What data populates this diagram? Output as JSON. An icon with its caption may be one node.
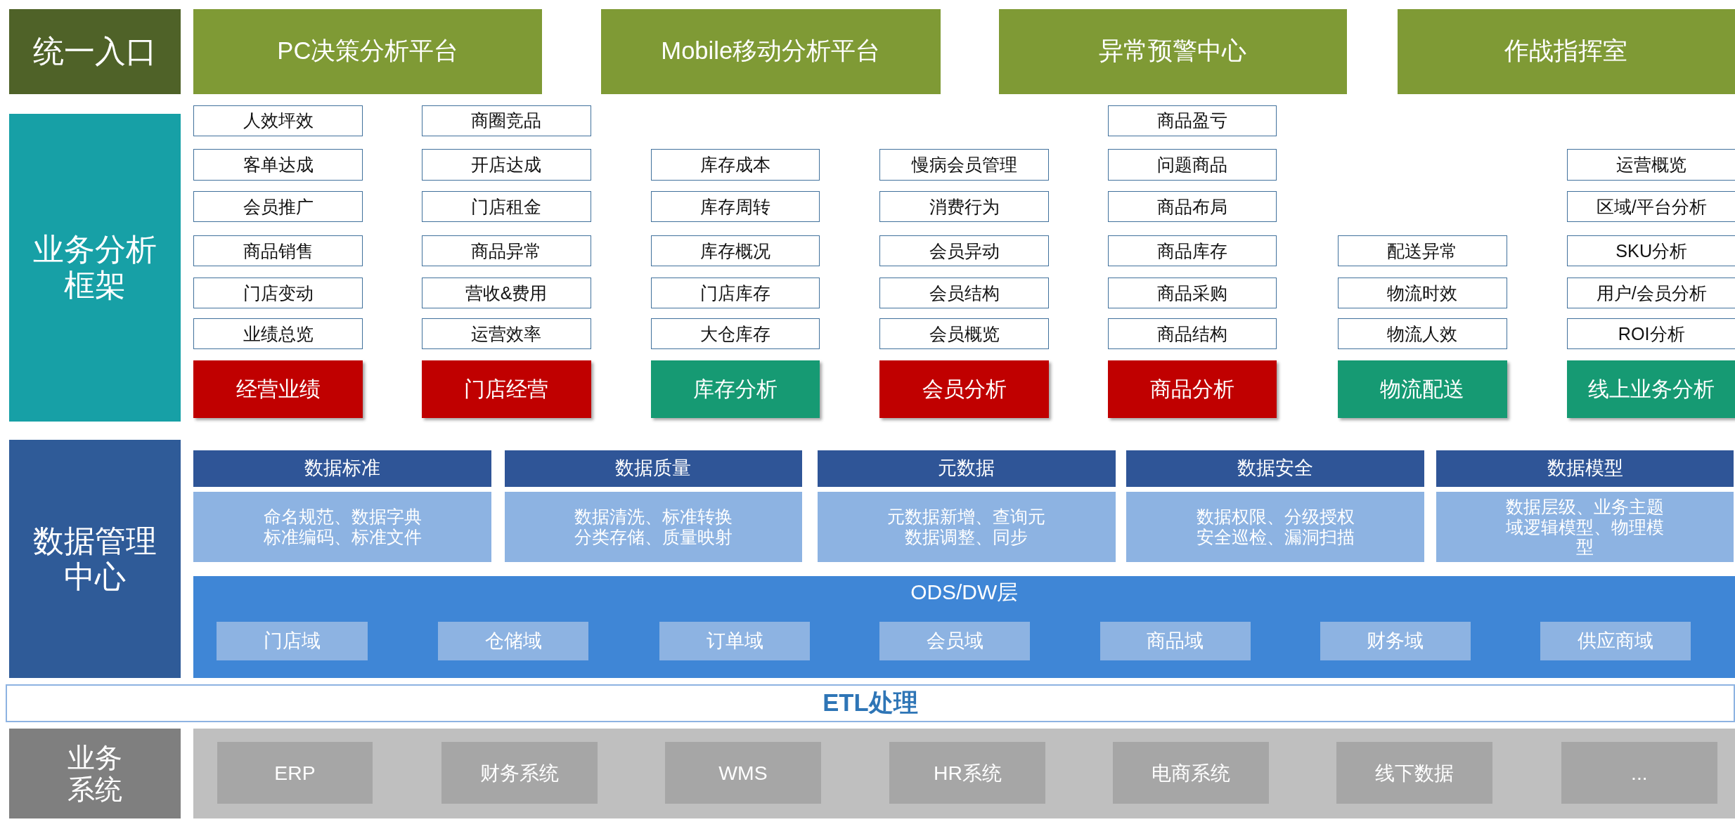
{
  "diagram": {
    "nodes": [
      {
        "text": [
          "统一入口"
        ]
      },
      {
        "text": [
          "PC决策分析平台"
        ]
      },
      {
        "text": [
          "Mobile移动分析平台"
        ]
      },
      {
        "text": [
          "异常预警中心"
        ]
      },
      {
        "text": [
          "作战指挥室"
        ]
      },
      {
        "text": [
          "业务分析框架"
        ]
      },
      {
        "text": [
          "人效坪效"
        ]
      },
      {
        "text": [
          "客单达成"
        ]
      },
      {
        "text": [
          "会员推广"
        ]
      },
      {
        "text": [
          "商品销售"
        ]
      },
      {
        "text": [
          "门店变动"
        ]
      },
      {
        "text": [
          "业绩总览"
        ]
      },
      {
        "text": [
          "经营业绩"
        ]
      },
      {
        "text": [
          "商圈竞品"
        ]
      },
      {
        "text": [
          "开店达成"
        ]
      },
      {
        "text": [
          "门店租金"
        ]
      },
      {
        "text": [
          "商品异常"
        ]
      },
      {
        "text": [
          "营收&费用"
        ]
      },
      {
        "text": [
          "运营效率"
        ]
      },
      {
        "text": [
          "门店经营"
        ]
      },
      {
        "text": [
          "库存成本"
        ]
      },
      {
        "text": [
          "库存周转"
        ]
      },
      {
        "text": [
          "库存概况"
        ]
      },
      {
        "text": [
          "门店库存"
        ]
      },
      {
        "text": [
          "大仓库存"
        ]
      },
      {
        "text": [
          "库存分析"
        ]
      },
      {
        "text": [
          "慢病会员管理"
        ]
      },
      {
        "text": [
          "消费行为"
        ]
      },
      {
        "text": [
          "会员异动"
        ]
      },
      {
        "text": [
          "会员结构"
        ]
      },
      {
        "text": [
          "会员概览"
        ]
      },
      {
        "text": [
          "会员分析"
        ]
      },
      {
        "text": [
          "商品盈亏"
        ]
      },
      {
        "text": [
          "问题商品"
        ]
      },
      {
        "text": [
          "商品布局"
        ]
      },
      {
        "text": [
          "商品库存"
        ]
      },
      {
        "text": [
          "商品采购"
        ]
      },
      {
        "text": [
          "商品结构"
        ]
      },
      {
        "text": [
          "商品分析"
        ]
      },
      {
        "text": [
          "配送异常"
        ]
      },
      {
        "text": [
          "物流时效"
        ]
      },
      {
        "text": [
          "物流人效"
        ]
      },
      {
        "text": [
          "物流配送"
        ]
      },
      {
        "text": [
          "运营概览"
        ]
      },
      {
        "text": [
          "区域/平台分析"
        ]
      },
      {
        "text": [
          "SKU分析"
        ]
      },
      {
        "text": [
          "用户/会员分析"
        ]
      },
      {
        "text": [
          "ROI分析"
        ]
      },
      {
        "text": [
          "线上业务分析"
        ]
      },
      {
        "text": [
          "数据管理中心"
        ]
      },
      {
        "text": [
          "数据标准"
        ]
      },
      {
        "text": [
          "命名规范、数据字典标准编码、标准文件"
        ]
      },
      {
        "text": [
          "数据质量"
        ]
      },
      {
        "text": [
          "数据清洗、标准转换分类存储、质量映射"
        ]
      },
      {
        "text": [
          "元数据"
        ]
      },
      {
        "text": [
          "元数据新增、查询元数据调整、同步"
        ]
      },
      {
        "text": [
          "数据安全"
        ]
      },
      {
        "text": [
          "数据权限、分级授权安全巡检、漏洞扫描"
        ]
      },
      {
        "text": [
          "数据模型"
        ]
      },
      {
        "text": [
          "数据层级、业务主题域逻辑模型、物理模型"
        ]
      },
      {
        "text": [
          "ODS/DW层"
        ]
      },
      {
        "text": [
          "门店域"
        ],
        "in": 60
      },
      {
        "text": [
          "仓储域"
        ],
        "in": 60
      },
      {
        "text": [
          "订单域"
        ],
        "in": 60
      },
      {
        "text": [
          "会员域"
        ],
        "in": 60
      },
      {
        "text": [
          "商品域"
        ],
        "in": 60
      },
      {
        "text": [
          "财务域"
        ],
        "in": 60
      },
      {
        "text": [
          "供应商域"
        ],
        "in": 60
      },
      {
        "text": [
          "ETL处理"
        ]
      },
      {
        "text": [
          "业务系统"
        ]
      },
      {
        "text": [
          "ERP"
        ]
      },
      {
        "text": [
          "财务系统"
        ]
      },
      {
        "text": [
          "WMS"
        ]
      },
      {
        "text": [
          "HR系统"
        ]
      },
      {
        "text": [
          "电商系统"
        ]
      },
      {
        "text": [
          "线下数据"
        ]
      },
      {
        "text": [
          "..."
        ]
      }
    ]
  }
}
